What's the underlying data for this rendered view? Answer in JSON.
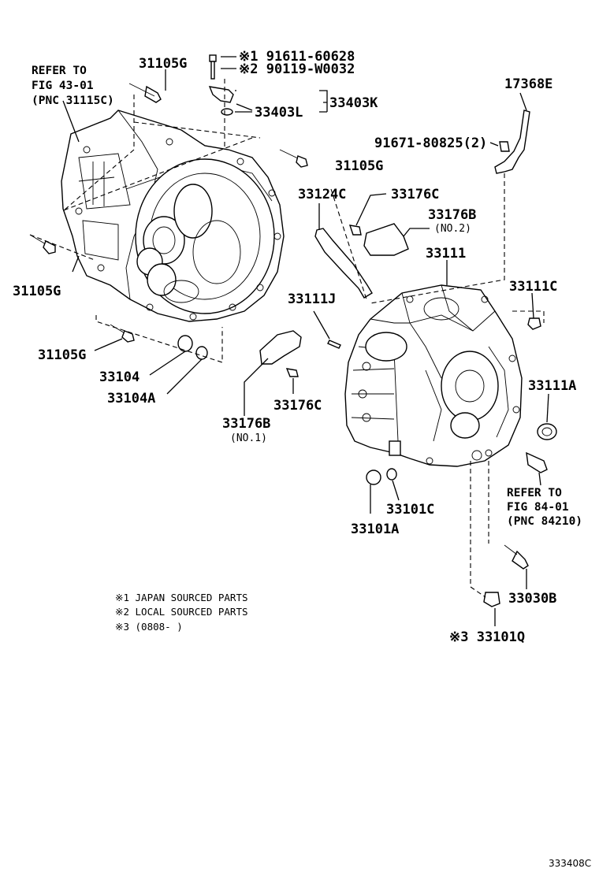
{
  "labels": {
    "n31105g_top": "31105G",
    "n91611": "※1 91611-60628",
    "n90119": "※2 90119-W0032",
    "n33403l": "33403L",
    "n33403k": "33403K",
    "n17368e": "17368E",
    "n91671": "91671-80825(2)",
    "n31105g_mid": "31105G",
    "n33124c": "33124C",
    "n33176c_top": "33176C",
    "n33176b_top": "33176B",
    "n33176b_top_sub": "(NO.2)",
    "n33111": "33111",
    "n31105g_left": "31105G",
    "n33111c": "33111C",
    "n33111j": "33111J",
    "n31105g_bottom": "31105G",
    "n33104": "33104",
    "n33104a": "33104A",
    "n33111a": "33111A",
    "n33176c_bottom": "33176C",
    "n33176b_bottom": "33176B",
    "n33176b_bottom_sub": "(NO.1)",
    "n33101c": "33101C",
    "n33101a": "33101A",
    "n33030b": "33030B",
    "n33101q": "※3 33101Q"
  },
  "refers": {
    "left_line1": "REFER TO",
    "left_line2": "FIG 43-01",
    "left_line3": "(PNC 31115C)",
    "right_line1": "REFER TO",
    "right_line2": "FIG 84-01",
    "right_line3": "(PNC 84210)"
  },
  "notes": {
    "note1": "※1 JAPAN SOURCED PARTS",
    "note2": "※2 LOCAL SOURCED PARTS",
    "note3": "※3 (0808-     )"
  },
  "figure_number": "333408C"
}
